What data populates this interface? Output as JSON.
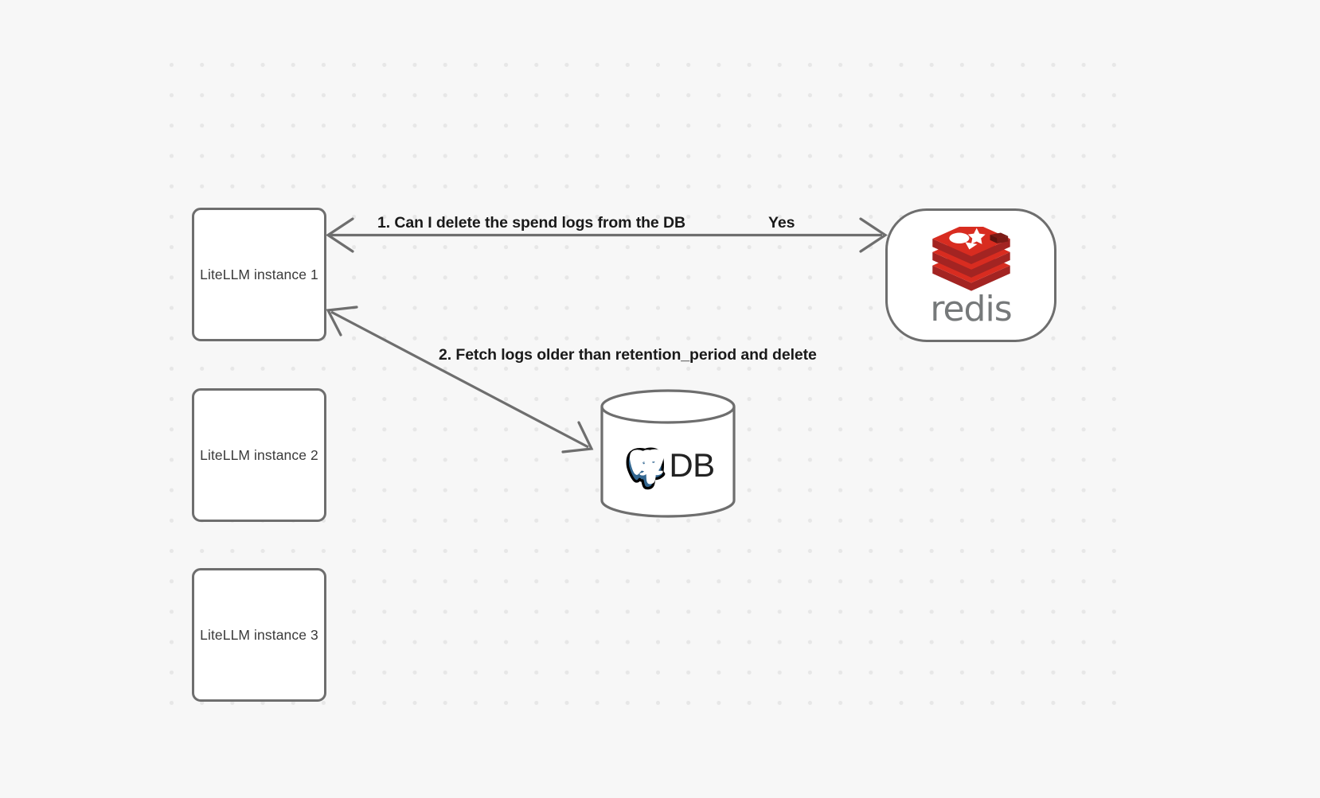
{
  "diagram": {
    "title": "LiteLLM spend log deletion flow",
    "background_color": "#f7f7f7",
    "grid": "dot-grid",
    "nodes": [
      {
        "id": "litellm-1",
        "label": "LiteLLM instance 1",
        "shape": "rounded-rect"
      },
      {
        "id": "litellm-2",
        "label": "LiteLLM instance 2",
        "shape": "rounded-rect"
      },
      {
        "id": "litellm-3",
        "label": "LiteLLM instance 3",
        "shape": "rounded-rect"
      },
      {
        "id": "redis",
        "label": "redis",
        "shape": "stadium",
        "icon": "redis-logo-icon",
        "accent": "#d82c20"
      },
      {
        "id": "db",
        "label": "DB",
        "shape": "cylinder",
        "icon": "postgresql-elephant-icon",
        "accent": "#336791"
      }
    ],
    "edges": [
      {
        "id": "edge-redis",
        "from": "litellm-1",
        "to": "redis",
        "arrows": "both",
        "label": "1.  Can I delete the spend logs from the DB",
        "answer_label": "Yes",
        "stroke": "#6e6e6e"
      },
      {
        "id": "edge-db",
        "from": "litellm-1",
        "to": "db",
        "arrows": "both",
        "label": "2.  Fetch logs older than retention_period and delete",
        "stroke": "#6e6e6e"
      }
    ]
  },
  "nodes": {
    "litellm_1": {
      "label": "LiteLLM instance 1"
    },
    "litellm_2": {
      "label": "LiteLLM instance 2"
    },
    "litellm_3": {
      "label": "LiteLLM instance 3"
    },
    "redis": {
      "wordmark": "redis"
    },
    "db": {
      "label": "DB"
    }
  },
  "edges": {
    "step_1": {
      "label": "1.  Can I delete the spend logs from the DB"
    },
    "step_1_answer": {
      "label": "Yes"
    },
    "step_2": {
      "label": "2.  Fetch logs older than retention_period and delete"
    }
  },
  "colors": {
    "background": "#f7f7f7",
    "dot": "#e7e7e7",
    "node_stroke": "#6e6e6e",
    "node_fill": "#ffffff",
    "node_text": "#3a3a3a",
    "edge_stroke": "#6e6e6e",
    "edge_label_text": "#1a1a1a",
    "redis_red": "#d82c20",
    "redis_red_dark": "#a32422",
    "redis_gray": "#76797a",
    "postgres_blue": "#336791"
  }
}
